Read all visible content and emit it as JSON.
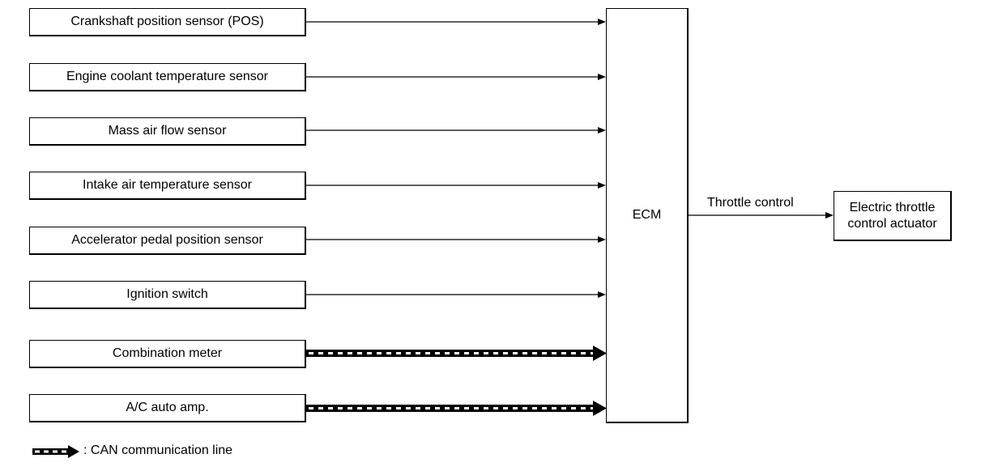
{
  "inputs": [
    {
      "label": "Crankshaft position sensor (POS)",
      "line": "signal"
    },
    {
      "label": "Engine coolant temperature sensor",
      "line": "signal"
    },
    {
      "label": "Mass air flow sensor",
      "line": "signal"
    },
    {
      "label": "Intake air temperature sensor",
      "line": "signal"
    },
    {
      "label": "Accelerator pedal position sensor",
      "line": "signal"
    },
    {
      "label": "Ignition switch",
      "line": "signal"
    },
    {
      "label": "Combination meter",
      "line": "can"
    },
    {
      "label": "A/C auto amp.",
      "line": "can"
    }
  ],
  "ecm": {
    "label": "ECM"
  },
  "output": {
    "signal_label": "Throttle control",
    "target_line1": "Electric throttle",
    "target_line2": "control actuator"
  },
  "legend": {
    "text": ": CAN communication line"
  }
}
